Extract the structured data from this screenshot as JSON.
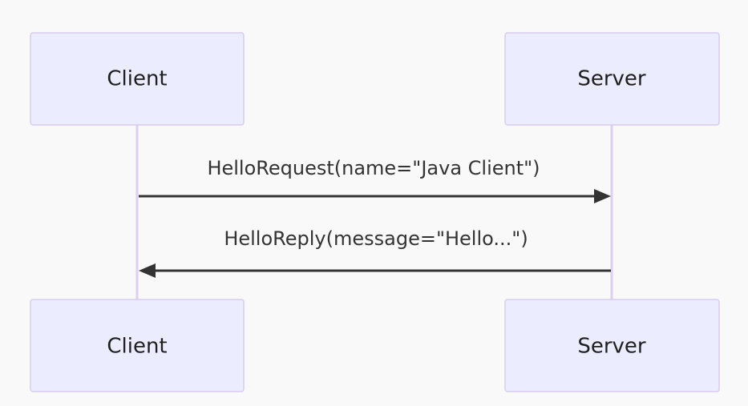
{
  "diagram": {
    "type": "sequence",
    "participants": [
      {
        "id": "client",
        "label": "Client"
      },
      {
        "id": "server",
        "label": "Server"
      }
    ],
    "messages": [
      {
        "from": "client",
        "to": "server",
        "label": "HelloRequest(name=\"Java Client\")"
      },
      {
        "from": "server",
        "to": "client",
        "label": "HelloReply(message=\"Hello...\")"
      }
    ]
  }
}
